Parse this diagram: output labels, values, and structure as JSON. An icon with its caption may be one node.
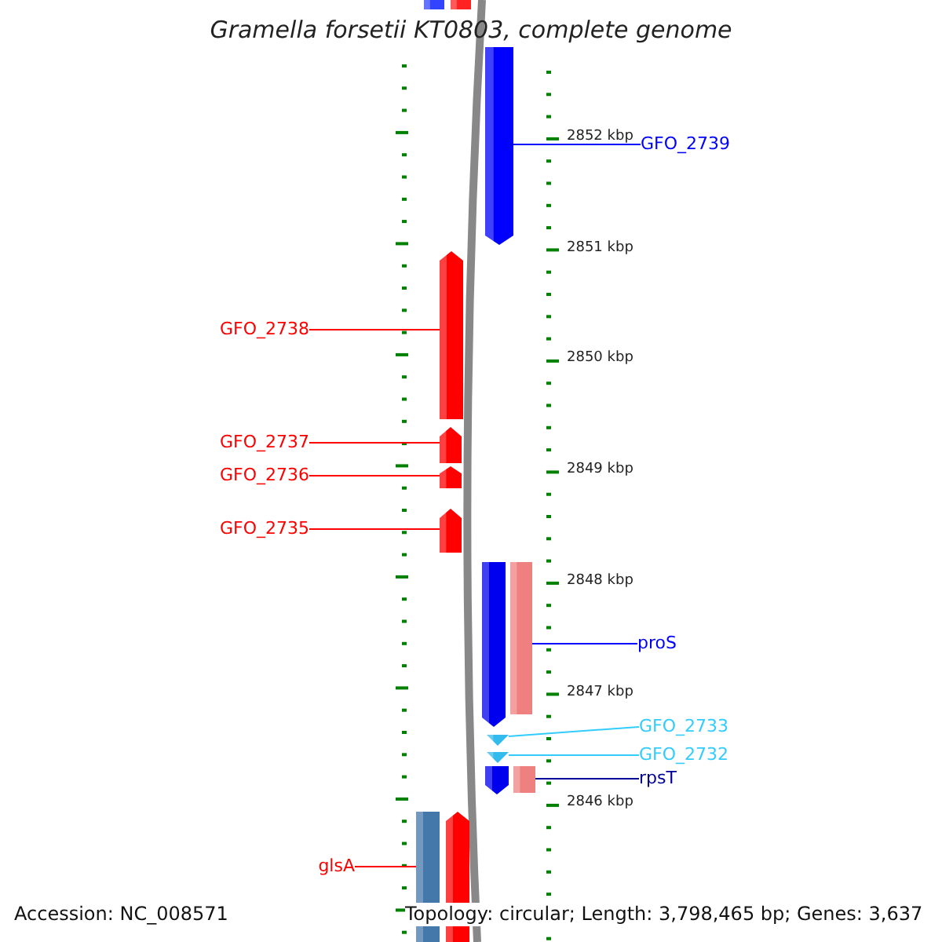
{
  "diagram": {
    "title": "Gramella forsetii KT0803, complete genome",
    "nodes": [
      {
        "text": [],
        "shape": "bar"
      },
      {
        "text": [],
        "shape": "bar"
      },
      {
        "text": [
          "GFO_2739"
        ]
      },
      {
        "text": [],
        "shape": "bar"
      },
      {
        "text": [],
        "shape": "bar"
      },
      {
        "text": [
          "GFO_2738"
        ]
      },
      {
        "text": [],
        "shape": "bar"
      },
      {
        "text": [
          "GFO_2737"
        ]
      },
      {
        "text": [
          "GFO_2736"
        ]
      },
      {
        "text": [],
        "shape": "bar"
      },
      {
        "text": [
          "GFO_2735"
        ]
      },
      {
        "text": [],
        "shape": "bar"
      },
      {
        "text": [],
        "shape": "bar"
      },
      {
        "text": [],
        "shape": "bar"
      },
      {
        "text": [
          "proS"
        ]
      },
      {
        "text": [
          "GFO_2733"
        ]
      },
      {
        "text": [],
        "shape": "triangle"
      },
      {
        "text": [
          "GFO_2732"
        ]
      },
      {
        "text": [],
        "shape": "triangle"
      },
      {
        "text": [
          "rpsT"
        ]
      },
      {
        "text": [],
        "shape": "bar"
      },
      {
        "text": [],
        "shape": "bar"
      },
      {
        "text": [],
        "shape": "bar"
      },
      {
        "text": [],
        "shape": "bar"
      },
      {
        "text": [
          "glsA"
        ]
      }
    ],
    "edges": [
      {
        "from": 2,
        "to": 3,
        "arrow": "none",
        "color": "#0000ff"
      },
      {
        "from": 5,
        "to": 4,
        "arrow": "none"
      },
      {
        "from": 7,
        "to": 6,
        "arrow": "none"
      },
      {
        "from": 8,
        "to": 9,
        "arrow": "none"
      },
      {
        "from": 10,
        "to": 11,
        "arrow": "none"
      },
      {
        "from": 14,
        "to": 13,
        "arrow": "none",
        "color": "#0000ff"
      },
      {
        "from": 15,
        "to": 16,
        "arrow": "none",
        "color": "#33ccff"
      },
      {
        "from": 17,
        "to": 18,
        "arrow": "none",
        "color": "#33ccff"
      },
      {
        "from": 19,
        "to": 21,
        "arrow": "none",
        "color": "#000099"
      },
      {
        "from": 24,
        "to": 22,
        "arrow": "none"
      }
    ],
    "labels": [
      "2852 kbp",
      "2851 kbp",
      "2850 kbp",
      "2849 kbp",
      "2848 kbp",
      "2847 kbp",
      "2846 kbp",
      "Accession: NC_008571",
      "Topology: circular; Length: 3,798,465 bp; Genes: 3,637"
    ]
  }
}
